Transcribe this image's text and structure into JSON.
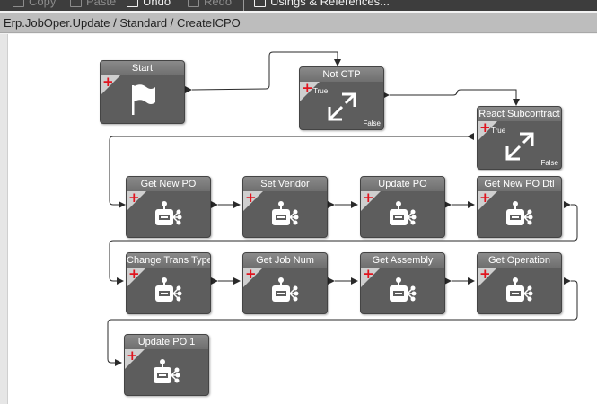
{
  "toolbar": {
    "copy_label": "Copy",
    "paste_label": "Paste",
    "undo_label": "Undo",
    "redo_label": "Redo",
    "usings_label": "Usings & References..."
  },
  "breadcrumb": "Erp.JobOper.Update / Standard / CreateICPO",
  "nodes": {
    "start": {
      "title": "Start",
      "icon": "flag-icon"
    },
    "not_ctp": {
      "title": "Not CTP",
      "true_label": "True",
      "false_label": "False",
      "icon": "condition-arrows-icon"
    },
    "react_subcontract": {
      "title": "React Subcontract",
      "true_label": "True",
      "false_label": "False",
      "icon": "condition-arrows-icon"
    },
    "get_new_po": {
      "title": "Get New PO",
      "icon": "method-call-icon"
    },
    "set_vendor": {
      "title": "Set Vendor",
      "icon": "method-call-icon"
    },
    "update_po": {
      "title": "Update PO",
      "icon": "method-call-icon"
    },
    "get_new_po_dtl": {
      "title": "Get New PO Dtl",
      "icon": "method-call-icon"
    },
    "change_trans_type": {
      "title": "Change Trans Type",
      "icon": "method-call-icon"
    },
    "get_job_num": {
      "title": "Get Job Num",
      "icon": "method-call-icon"
    },
    "get_assembly": {
      "title": "Get Assembly",
      "icon": "method-call-icon"
    },
    "get_operation": {
      "title": "Get Operation",
      "icon": "method-call-icon"
    },
    "update_po_1": {
      "title": "Update PO 1",
      "icon": "method-call-icon"
    }
  },
  "colors": {
    "node_body": "#5d5d5d",
    "node_title": "#7a7a7a",
    "add_marker": "#e0141e",
    "wire": "#2a2a2a"
  }
}
